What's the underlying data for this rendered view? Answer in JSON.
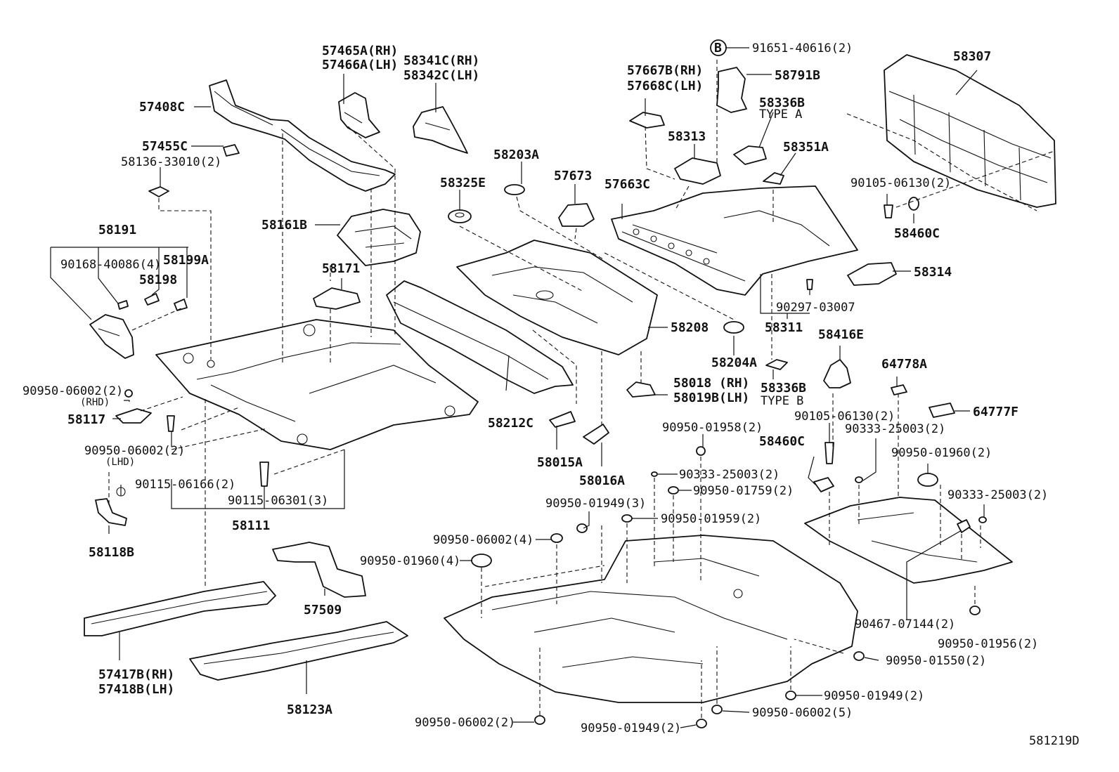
{
  "diagram_id": "581219D",
  "callout_b": "B",
  "labels": {
    "p57465A": "57465A(RH)",
    "p57466A": "57466A(LH)",
    "p58341C": "58341C(RH)",
    "p58342C": "58342C(LH)",
    "p57408C": "57408C",
    "p57455C": "57455C",
    "p58136": "58136-33010(2)",
    "p58191": "58191",
    "p90168": "90168-40086(4)",
    "p58199A": "58199A",
    "p58198": "58198",
    "p58161B": "58161B",
    "p58171": "58171",
    "p90950_06002_rhd": "90950-06002(2)",
    "rhd": "(RHD)",
    "p58117": "58117",
    "p90950_06002_lhd": "90950-06002(2)",
    "lhd": "(LHD)",
    "p90115_06166": "90115-06166(2)",
    "p90115_06301": "90115-06301(3)",
    "p58111": "58111",
    "p58118B": "58118B",
    "p57509": "57509",
    "p57417B": "57417B(RH)",
    "p57418B": "57418B(LH)",
    "p58123A": "58123A",
    "p58203A": "58203A",
    "p58325E": "58325E",
    "p57673": "57673",
    "p58208": "58208",
    "p58212C": "58212C",
    "p58015A": "58015A",
    "p58016A": "58016A",
    "p91651": "91651-40616(2)",
    "p58791B": "58791B",
    "p57667B": "57667B(RH)",
    "p57668C": "57668C(LH)",
    "p58336B_a": "58336B",
    "type_a": "TYPE A",
    "p58313": "58313",
    "p58351A": "58351A",
    "p57663C": "57663C",
    "p58307": "58307",
    "p90105_06130_a": "90105-06130(2)",
    "p58460C_a": "58460C",
    "p58314": "58314",
    "p90297": "90297-03007",
    "p58311": "58311",
    "p58204A": "58204A",
    "p58018": "58018 (RH)",
    "p58019B": "58019B(LH)",
    "p58336B_b": "58336B",
    "type_b": "TYPE B",
    "p58416E": "58416E",
    "p64778A": "64778A",
    "p64777F": "64777F",
    "p90105_06130_b": "90105-06130(2)",
    "p90333_25003_a": "90333-25003(2)",
    "p58460C_b": "58460C",
    "p90950_01958": "90950-01958(2)",
    "p90950_01960_a": "90950-01960(2)",
    "p90333_25003_b": "90333-25003(2)",
    "p90950_01759": "90950-01759(2)",
    "p90333_25003_c": "90333-25003(2)",
    "p90950_01949_a": "90950-01949(3)",
    "p90950_01959": "90950-01959(2)",
    "p90950_06002_a": "90950-06002(4)",
    "p90950_01960_b": "90950-01960(4)",
    "p90467": "90467-07144(2)",
    "p90950_01956": "90950-01956(2)",
    "p90950_01550": "90950-01550(2)",
    "p90950_01949_b": "90950-01949(2)",
    "p90950_06002_b": "90950-06002(2)",
    "p90950_06002_c": "90950-06002(5)",
    "p90950_01949_c": "90950-01949(2)"
  }
}
